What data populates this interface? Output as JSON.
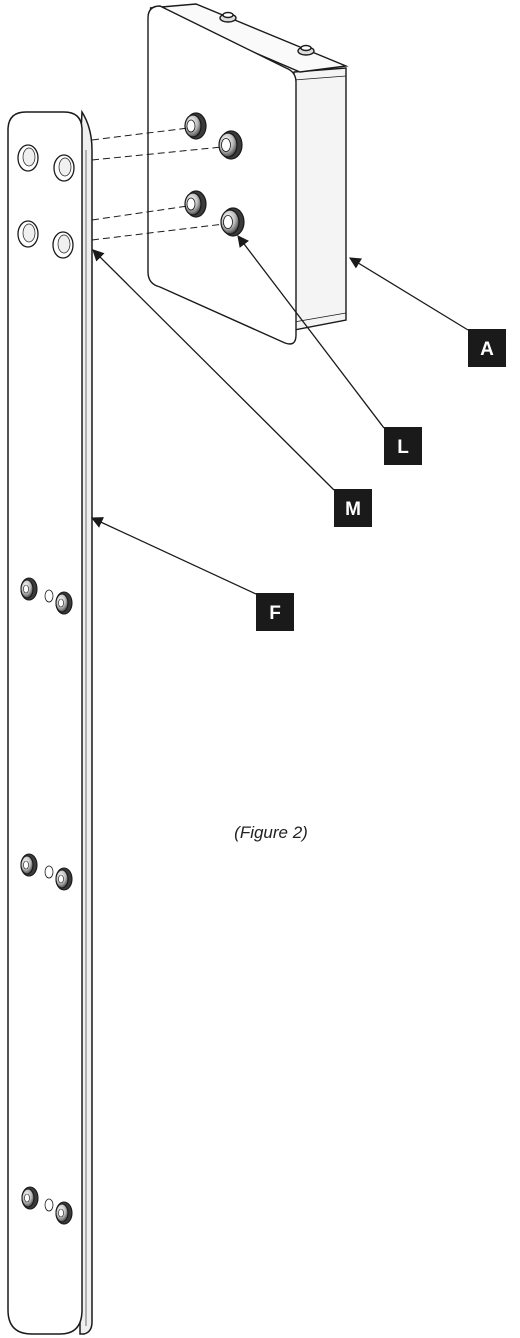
{
  "figure": {
    "caption": "(Figure 2)",
    "callouts": {
      "A": "A",
      "L": "L",
      "M": "M",
      "F": "F"
    }
  },
  "colors": {
    "line": "#1a1a1a",
    "callout_box": "#1a1a1a",
    "callout_text": "#ffffff",
    "paper": "#ffffff"
  }
}
